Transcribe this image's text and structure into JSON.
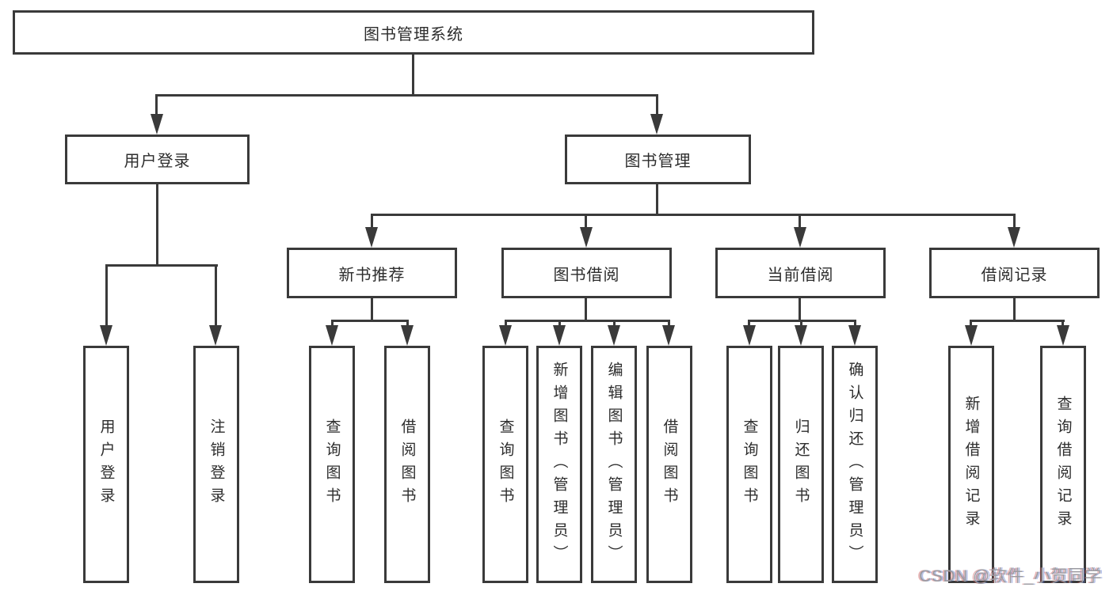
{
  "diagram": {
    "title": "图书管理系统",
    "nodes": {
      "root": {
        "label": "图书管理系统"
      },
      "user_login": {
        "label": "用户登录"
      },
      "book_management": {
        "label": "图书管理"
      },
      "new_book_recommend": {
        "label": "新书推荐"
      },
      "book_borrowing": {
        "label": "图书借阅"
      },
      "current_borrowing": {
        "label": "当前借阅"
      },
      "borrowing_records": {
        "label": "借阅记录"
      },
      "leaf_user_login": {
        "label": "用户登录"
      },
      "leaf_logout_login": {
        "label": "注销登录"
      },
      "leaf_recommend_query_books": {
        "label": "查询图书"
      },
      "leaf_recommend_borrow_books": {
        "label": "借阅图书"
      },
      "leaf_borrowing_query_books": {
        "label": "查询图书"
      },
      "leaf_borrowing_add_books": {
        "label": "新增图书（管理员）"
      },
      "leaf_borrowing_edit_books": {
        "label": "编辑图书（管理员）"
      },
      "leaf_borrowing_borrow_books": {
        "label": "借阅图书"
      },
      "leaf_current_query_books": {
        "label": "查询图书"
      },
      "leaf_current_return_books": {
        "label": "归还图书"
      },
      "leaf_current_confirm_return": {
        "label": "确认归还（管理员）"
      },
      "leaf_records_add_record": {
        "label": "新增借阅记录"
      },
      "leaf_records_query_record": {
        "label": "查询借阅记录"
      }
    },
    "hierarchy": {
      "图书管理系统": {
        "用户登录": [
          "用户登录",
          "注销登录"
        ],
        "图书管理": {
          "新书推荐": [
            "查询图书",
            "借阅图书"
          ],
          "图书借阅": [
            "查询图书",
            "新增图书（管理员）",
            "编辑图书（管理员）",
            "借阅图书"
          ],
          "当前借阅": [
            "查询图书",
            "归还图书",
            "确认归还（管理员）"
          ],
          "借阅记录": [
            "新增借阅记录",
            "查询借阅记录"
          ]
        }
      }
    },
    "colors": {
      "line": "#3a3a3a",
      "text": "#2d2d2d",
      "background": "#ffffff",
      "watermark": "#9b9ba1"
    },
    "watermark": {
      "text": "CSDN @软件_小贺同学"
    }
  }
}
